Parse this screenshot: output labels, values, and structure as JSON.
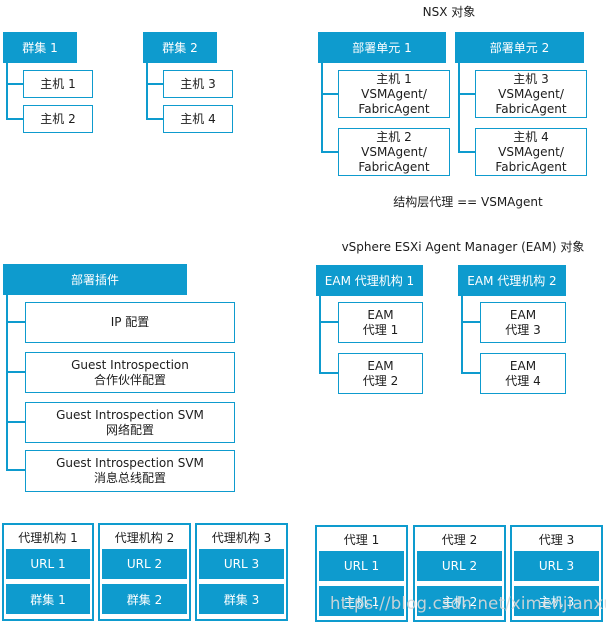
{
  "colors": {
    "accent": "#0e9bce",
    "text": "#1c1c1c",
    "watermark": "#d9d9d9"
  },
  "clusters": [
    {
      "header": "群集 1",
      "children": [
        "主机 1",
        "主机 2"
      ]
    },
    {
      "header": "群集 2",
      "children": [
        "主机 3",
        "主机 4"
      ]
    }
  ],
  "nsx": {
    "title": "NSX 对象",
    "units": [
      {
        "header": "部署单元 1",
        "children": [
          [
            "主机 1",
            "VSMAgent/",
            "FabricAgent"
          ],
          [
            "主机 2",
            "VSMAgent/",
            "FabricAgent"
          ]
        ]
      },
      {
        "header": "部署单元 2",
        "children": [
          [
            "主机 3",
            "VSMAgent/",
            "FabricAgent"
          ],
          [
            "主机 4",
            "VSMAgent/",
            "FabricAgent"
          ]
        ]
      }
    ],
    "caption": "结构层代理 == VSMAgent"
  },
  "eam": {
    "title": "vSphere ESXi Agent Manager (EAM) 对象",
    "plugin": {
      "header": "部署插件",
      "children": [
        [
          "IP 配置",
          ""
        ],
        [
          "Guest Introspection",
          "合作伙伴配置"
        ],
        [
          "Guest Introspection SVM",
          "网络配置"
        ],
        [
          "Guest Introspection SVM",
          "消息总线配置"
        ]
      ]
    },
    "agencies": [
      {
        "header": "EAM 代理机构 1",
        "children": [
          [
            "EAM",
            "代理 1"
          ],
          [
            "EAM",
            "代理 2"
          ]
        ]
      },
      {
        "header": "EAM 代理机构 2",
        "children": [
          [
            "EAM",
            "代理 3"
          ],
          [
            "EAM",
            "代理 4"
          ]
        ]
      }
    ]
  },
  "bottom": {
    "agency_cards": [
      {
        "title": "代理机构 1",
        "rows": [
          "URL 1",
          "群集 1"
        ]
      },
      {
        "title": "代理机构 2",
        "rows": [
          "URL 2",
          "群集 2"
        ]
      },
      {
        "title": "代理机构 3",
        "rows": [
          "URL 3",
          "群集 3"
        ]
      }
    ],
    "agent_cards": [
      {
        "title": "代理 1",
        "rows": [
          "URL 1",
          "主机 1"
        ]
      },
      {
        "title": "代理 2",
        "rows": [
          "URL 2",
          "主机 2"
        ]
      },
      {
        "title": "代理 3",
        "rows": [
          "URL 3",
          "主机 3"
        ]
      }
    ]
  },
  "watermark": "https://blog.csdn.net/ximenjianxue"
}
